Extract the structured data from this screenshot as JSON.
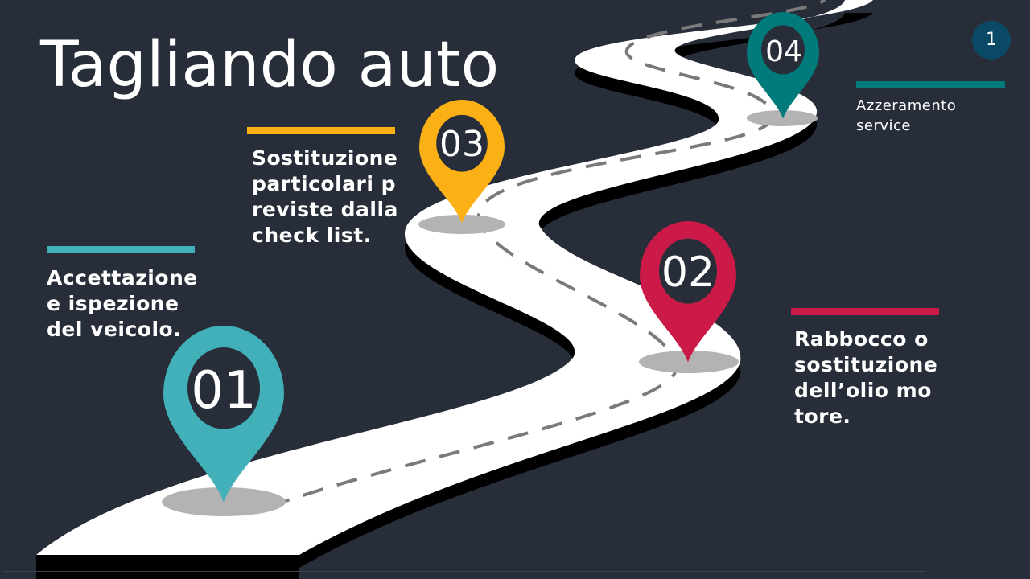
{
  "title": "Tagliando auto",
  "page_number": "1",
  "colors": {
    "background": "#282e39",
    "step1": "#42b0b8",
    "step2": "#cc1a48",
    "step3": "#fbb116",
    "step4": "#007a7a",
    "road": "#ffffff",
    "road_shadow": "#000000",
    "dash": "#7a7a7a"
  },
  "steps": [
    {
      "number": "01",
      "text": "Accettazione e ispezione del veicolo."
    },
    {
      "number": "02",
      "text": "Rabbocco o sostituzione dell’olio motore."
    },
    {
      "number": "03",
      "text": "Sostituzione particolari previste dalla check list."
    },
    {
      "number": "04",
      "text": "Azzeramento service"
    }
  ]
}
